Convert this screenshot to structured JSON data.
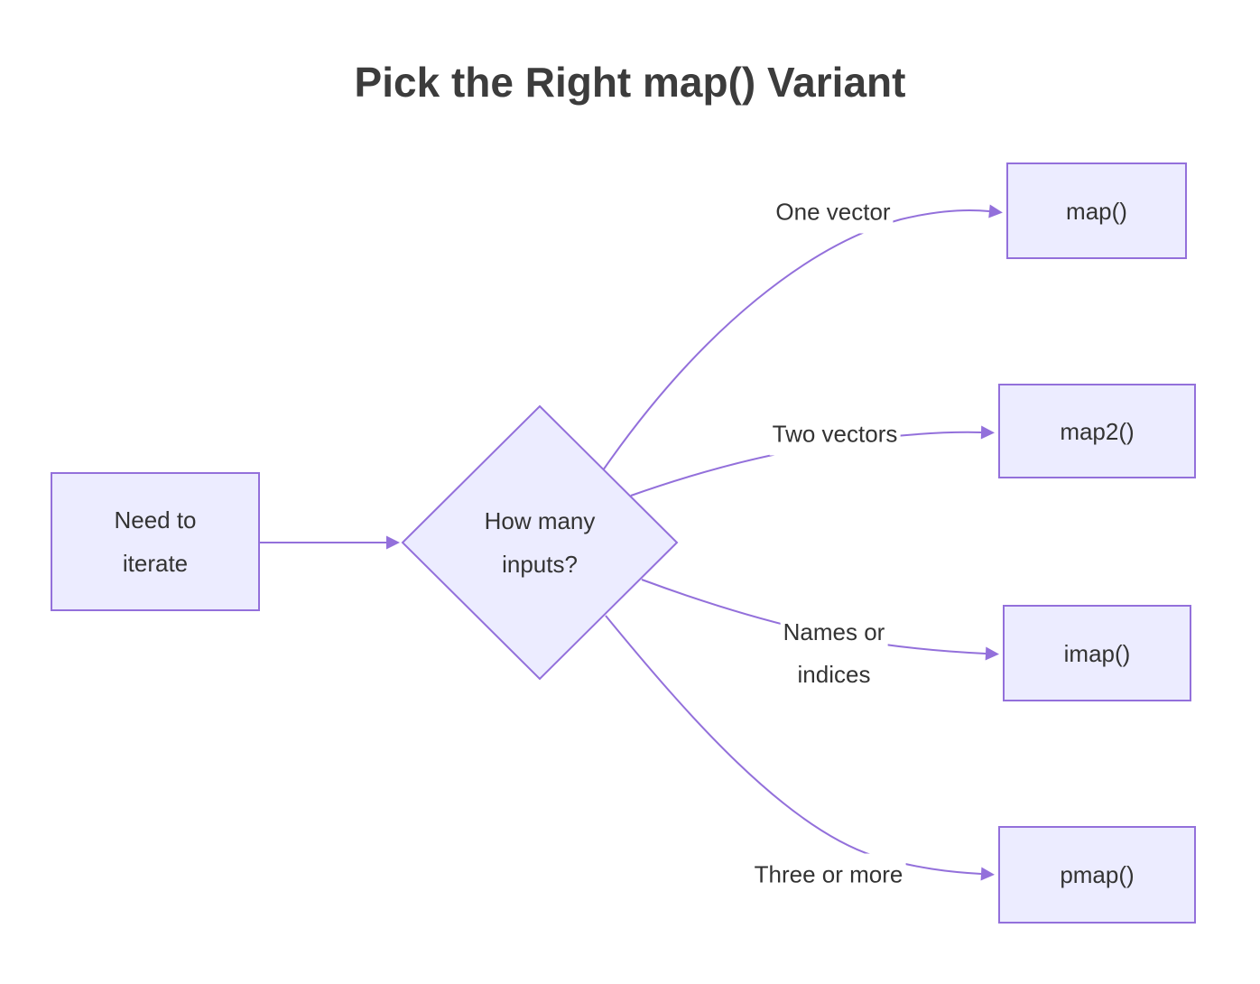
{
  "title": "Pick the Right map() Variant",
  "colors": {
    "background": "#FFFFFF",
    "node_fill": "#ECECFF",
    "node_border": "#9370DB",
    "edge_line": "#9370DB",
    "node_text": "#333333",
    "title_text": "#3C3C3C"
  },
  "nodes": {
    "start": {
      "line1": "Need to",
      "line2": "iterate"
    },
    "decision": {
      "line1": "How many",
      "line2": "inputs?"
    },
    "map": {
      "label": "map()"
    },
    "map2": {
      "label": "map2()"
    },
    "imap": {
      "label": "imap()"
    },
    "pmap": {
      "label": "pmap()"
    }
  },
  "edge_labels": {
    "one_vector": "One vector",
    "two_vectors": "Two vectors",
    "names_or_indices_line1": "Names or",
    "names_or_indices_line2": "indices",
    "three_or_more": "Three or more"
  }
}
